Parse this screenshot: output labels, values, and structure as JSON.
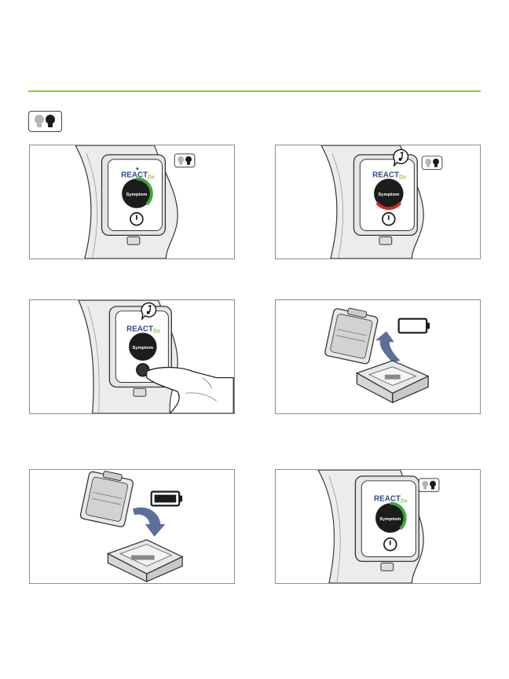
{
  "colors": {
    "accent": "#8dc63f",
    "status_green": "#3aaa35",
    "status_red": "#d42a20",
    "battery_outline": "#1a1a1a",
    "arrow": "#5b6f9a"
  },
  "device": {
    "brand": "REACT",
    "brand_suffix": "Dx",
    "button_label": "Symptom"
  },
  "icons": {
    "legend": "two-lightbulbs-icon",
    "sound": "musical-note-icon",
    "battery_empty": "battery-empty-icon",
    "battery_full": "battery-full-icon",
    "power": "power-button-icon",
    "hand": "pointing-finger-icon",
    "arrow": "curved-arrow-icon"
  },
  "panels": [
    {
      "id": 1,
      "ring": "green",
      "sound": false,
      "lights": true
    },
    {
      "id": 2,
      "ring": "red",
      "sound": true,
      "lights": true
    },
    {
      "id": 3,
      "ring": "none",
      "sound": true,
      "lights": false,
      "finger_press": true
    },
    {
      "id": 4,
      "battery": "empty",
      "arrow": "up"
    },
    {
      "id": 5,
      "battery": "full",
      "arrow": "down"
    },
    {
      "id": 6,
      "ring": "green",
      "sound": false,
      "lights": true
    }
  ]
}
